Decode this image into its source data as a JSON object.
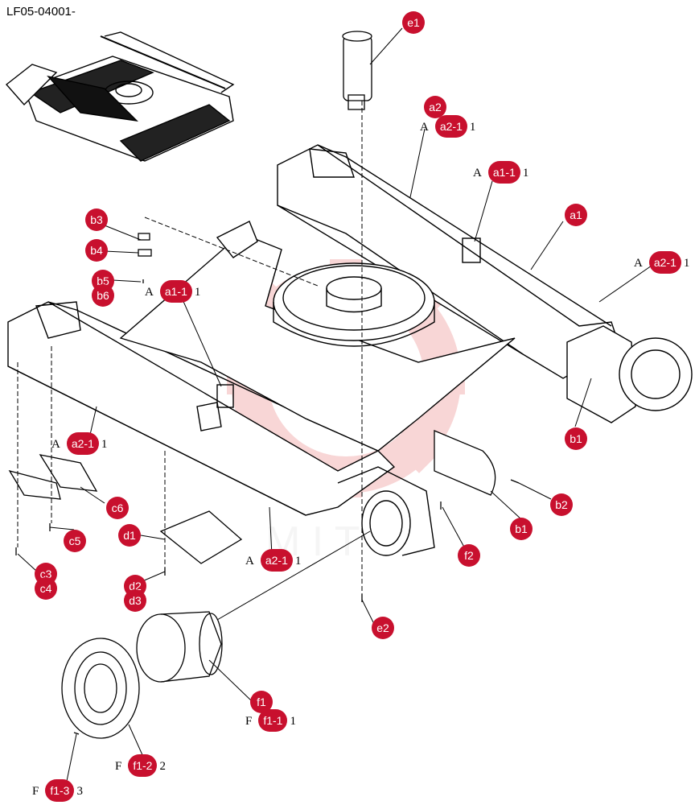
{
  "document": {
    "code": "LF05-04001-"
  },
  "colors": {
    "callout": "#c8102e",
    "watermark": "#f3b6b6",
    "line": "#000000"
  },
  "watermark": {
    "icon": "gear-logo-watermark",
    "text": "M I T T"
  },
  "callouts": {
    "e1": "e1",
    "a2": "a2",
    "a1": "a1",
    "b3": "b3",
    "b4": "b4",
    "b5": "b5",
    "b6": "b6",
    "b1_right": "b1",
    "b1_mid": "b1",
    "b2": "b2",
    "c6": "c6",
    "c5": "c5",
    "c3": "c3",
    "c4": "c4",
    "d1": "d1",
    "d2": "d2",
    "d3": "d3",
    "f2": "f2",
    "e2": "e2",
    "f1": "f1"
  },
  "references": {
    "a2_top": {
      "letter": "A",
      "part": "a2-1",
      "suffix": "1"
    },
    "a1_top": {
      "letter": "A",
      "part": "a1-1",
      "suffix": "1"
    },
    "a2_right": {
      "letter": "A",
      "part": "a2-1",
      "suffix": "1"
    },
    "a1_mid": {
      "letter": "A",
      "part": "a1-1",
      "suffix": "1"
    },
    "a2_left": {
      "letter": "A",
      "part": "a2-1",
      "suffix": "1"
    },
    "a2_bottom": {
      "letter": "A",
      "part": "a2-1",
      "suffix": "1"
    },
    "f1_1": {
      "letter": "F",
      "part": "f1-1",
      "suffix": "1"
    },
    "f1_2": {
      "letter": "F",
      "part": "f1-2",
      "suffix": "2"
    },
    "f1_3": {
      "letter": "F",
      "part": "f1-3",
      "suffix": "3"
    }
  }
}
